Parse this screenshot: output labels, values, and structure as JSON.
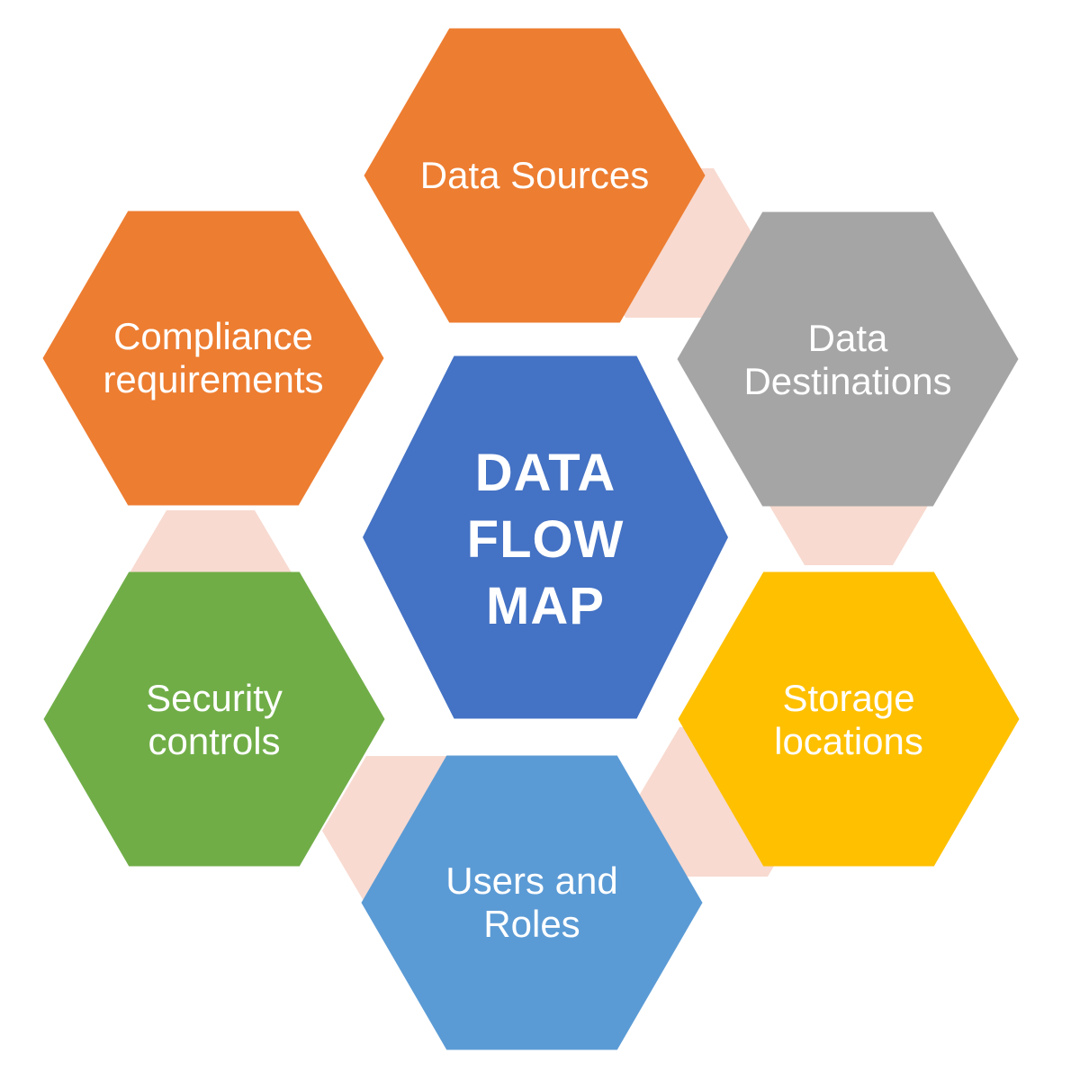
{
  "diagram": {
    "title": "DATA FLOW MAP",
    "center": {
      "label": "DATA\nFLOW\nMAP",
      "color": "#4472C4"
    },
    "nodes": [
      {
        "id": "data-sources",
        "label": "Data Sources",
        "color": "#ED7D31"
      },
      {
        "id": "data-destinations",
        "label": "Data\nDestinations",
        "color": "#A5A5A5"
      },
      {
        "id": "storage-locations",
        "label": "Storage\nlocations",
        "color": "#FFC000"
      },
      {
        "id": "users-and-roles",
        "label": "Users and\nRoles",
        "color": "#5B9BD5"
      },
      {
        "id": "security-controls",
        "label": "Security\ncontrols",
        "color": "#70AD47"
      },
      {
        "id": "compliance-requirements",
        "label": "Compliance\nrequirements",
        "color": "#ED7D31"
      }
    ],
    "connector_color": "#F8DAD0",
    "text_color": "#FFFFFF",
    "background_color": "#FFFFFF"
  }
}
